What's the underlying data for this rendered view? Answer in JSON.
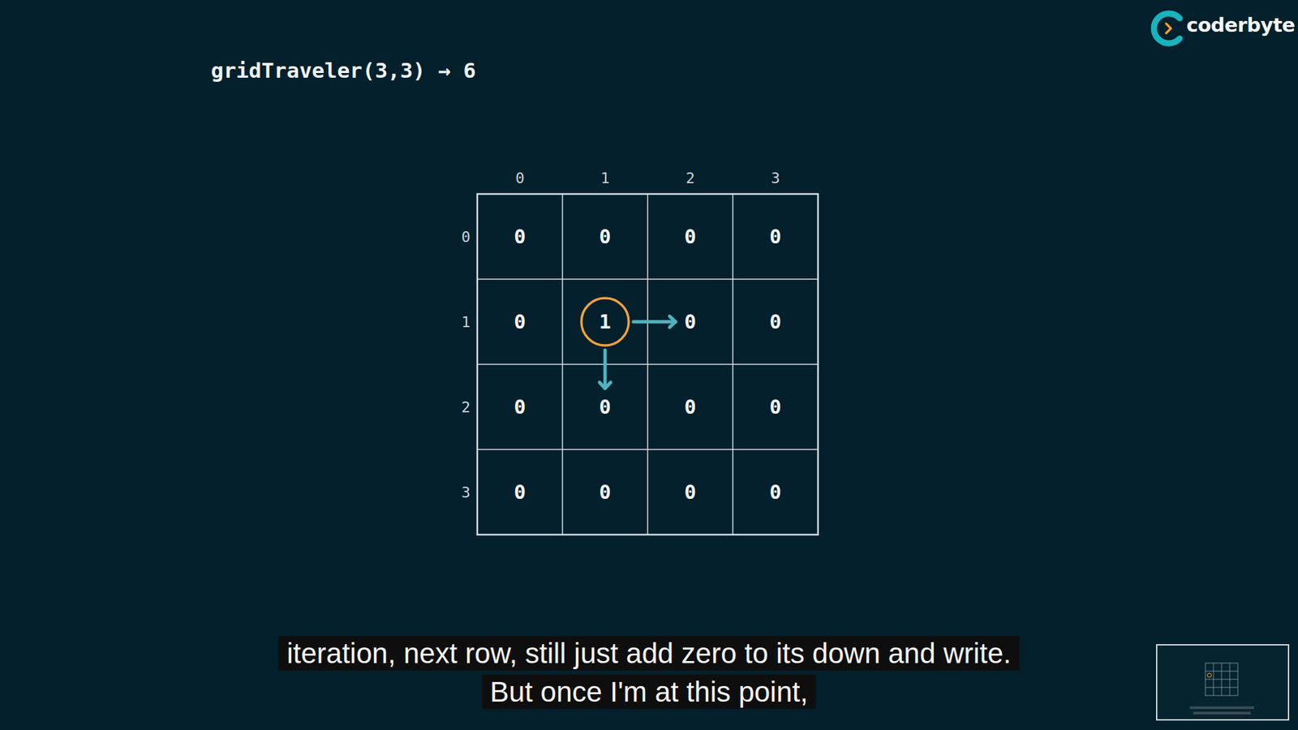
{
  "diagram": {
    "title": "gridTraveler(3,3) → 6",
    "caption": "iteration, next row, still just add zero to its down and write. But once I'm at this point,",
    "nodes": [
      {
        "text": [
          "0"
        ]
      },
      {
        "text": [
          "0"
        ]
      },
      {
        "text": [
          "0"
        ]
      },
      {
        "text": [
          "0"
        ]
      },
      {
        "text": [
          "0"
        ]
      },
      {
        "text": [
          "1"
        ]
      },
      {
        "text": [
          "0"
        ]
      },
      {
        "text": [
          "0"
        ]
      },
      {
        "text": [
          "0"
        ]
      },
      {
        "text": [
          "0"
        ]
      },
      {
        "text": [
          "0"
        ]
      },
      {
        "text": [
          "0"
        ]
      },
      {
        "text": [
          "0"
        ]
      },
      {
        "text": [
          "0"
        ]
      },
      {
        "text": [
          "0"
        ]
      },
      {
        "text": [
          "0"
        ]
      }
    ],
    "edges": [
      {
        "from": 5,
        "to": 6,
        "arrow": "to"
      },
      {
        "from": 5,
        "to": 9,
        "arrow": "to"
      }
    ],
    "labels": [
      "0",
      "1",
      "2",
      "3",
      "0",
      "1",
      "2",
      "3",
      "coderbyte"
    ]
  }
}
